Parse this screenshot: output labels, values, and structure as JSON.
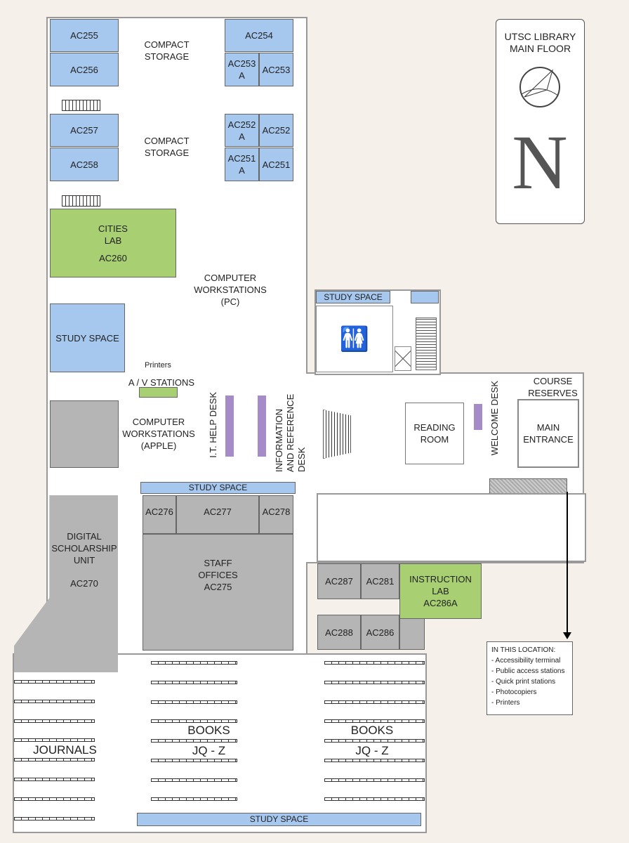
{
  "title": {
    "line1": "UTSC LIBRARY",
    "line2": "MAIN FLOOR",
    "north_letter": "N"
  },
  "rooms": {
    "ac255": "AC255",
    "ac256": "AC256",
    "ac257": "AC257",
    "ac258": "AC258",
    "ac254": "AC254",
    "ac253a": "AC253 A",
    "ac253": "AC253",
    "ac252a": "AC252 A",
    "ac252": "AC252",
    "ac251a": "AC251 A",
    "ac251": "AC251",
    "compact1": "COMPACT STORAGE",
    "compact2": "COMPACT STORAGE",
    "cities_lab": "CITIES LAB",
    "cities_lab_num": "AC260",
    "comp_pc": "COMPUTER WORKSTATIONS (PC)",
    "study_left": "STUDY SPACE",
    "printers": "Printers",
    "av": "A / V STATIONS",
    "comp_apple": "COMPUTER WORKSTATIONS (APPLE)",
    "it_help": "I.T. HELP DESK",
    "info_ref": "INFORMATION AND REFERENCE DESK",
    "study_mid": "STUDY SPACE",
    "ac276": "AC276",
    "ac277": "AC277",
    "ac278": "AC278",
    "staff": "STAFF OFFICES",
    "staff_num": "AC275",
    "digital": "DIGITAL SCHOLARSHIP UNIT",
    "digital_num": "AC270",
    "study_upper_right": "STUDY SPACE",
    "reading": "READING ROOM",
    "welcome": "WELCOME DESK",
    "course": "COURSE RESERVES",
    "entrance": "MAIN ENTRANCE",
    "ac287": "AC287",
    "ac281": "AC281",
    "ac288": "AC288",
    "ac286": "AC286",
    "instruction": "INSTRUCTION LAB",
    "instruction_num": "AC286A",
    "journals": "JOURNALS",
    "books1": "BOOKS",
    "books1_range": "JQ - Z",
    "books2": "BOOKS",
    "books2_range": "JQ - Z",
    "study_bottom": "STUDY SPACE"
  },
  "info_box": {
    "heading": "IN THIS LOCATION:",
    "items": [
      "- Accessibility terminal",
      "- Public access stations",
      "- Quick print stations",
      "- Photocopiers",
      "- Printers"
    ]
  },
  "colors": {
    "background": "#f6f0ea",
    "study": "#a6c7ee",
    "lab": "#a8cf72",
    "staff": "#b5b5b5",
    "desk": "#a58bc8"
  }
}
